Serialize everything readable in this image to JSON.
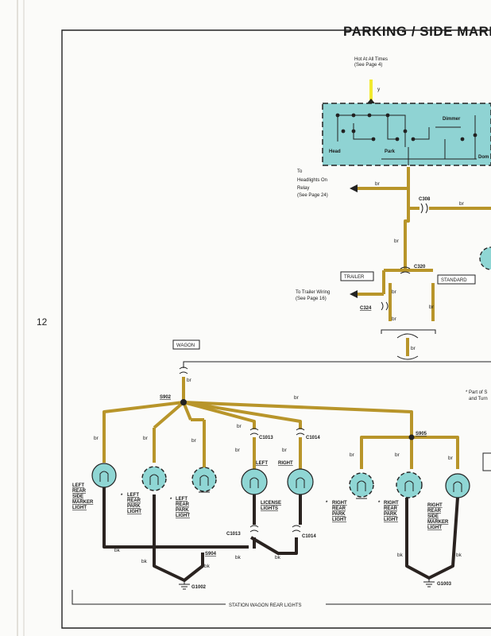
{
  "title": "PARKING / SIDE MARK",
  "page_number": "12",
  "hot_label": [
    "Hot At All Times",
    "(See Page 4)"
  ],
  "switch": {
    "head": "Head",
    "park": "Park",
    "dimmer": "Dimmer",
    "dome": "Dom"
  },
  "headlights_relay": [
    "To",
    "Headlights On",
    "Relay",
    "(See Page 24)"
  ],
  "trailer_wiring": [
    "To Trailer Wiring",
    "(See Page 16)"
  ],
  "boxes": {
    "trailer": "TRAILER",
    "standard": "STANDARD",
    "wagon": "WAGON"
  },
  "connectors": {
    "c308": "C308",
    "c320": "C320",
    "c324": "C324",
    "c1013": "C1013",
    "c1014": "C1014",
    "s902": "S902",
    "s905": "S905",
    "s904": "S904",
    "g1002": "G1002",
    "g1003": "G1003"
  },
  "wires": {
    "y": "y",
    "br": "br",
    "bk": "bk"
  },
  "lights": {
    "left_rear_side_marker": [
      "LEFT",
      "REAR",
      "SIDE",
      "MARKER",
      "LIGHT"
    ],
    "left_rear_park_1": [
      "LEFT",
      "REAR",
      "PARK",
      "LIGHT"
    ],
    "left_rear_park_2": [
      "LEFT",
      "REAR",
      "PARK",
      "LIGHT"
    ],
    "license_left": "LEFT",
    "license_right": "RIGHT",
    "license": [
      "LICENSE",
      "LIGHTS"
    ],
    "right_rear_park_1": [
      "RIGHT",
      "REAR",
      "PARK",
      "LIGHT"
    ],
    "right_rear_park_2": [
      "RIGHT",
      "REAR",
      "PARK",
      "LIGHT"
    ],
    "right_rear_side_marker": [
      "RIGHT",
      "REAR",
      "SIDE",
      "MARKER",
      "LIGHT"
    ]
  },
  "footnote": [
    "* Part of S",
    "and Turn"
  ],
  "asterisk": "*",
  "bottom_label": "STATION WAGON REAR LIGHTS",
  "colors": {
    "brown_wire": "#b8952a",
    "black_wire": "#2a2320",
    "bulb_fill": "#8fd6d4",
    "switch_fill": "#8fd3d3",
    "yellow_wire": "#f2ea2e"
  }
}
